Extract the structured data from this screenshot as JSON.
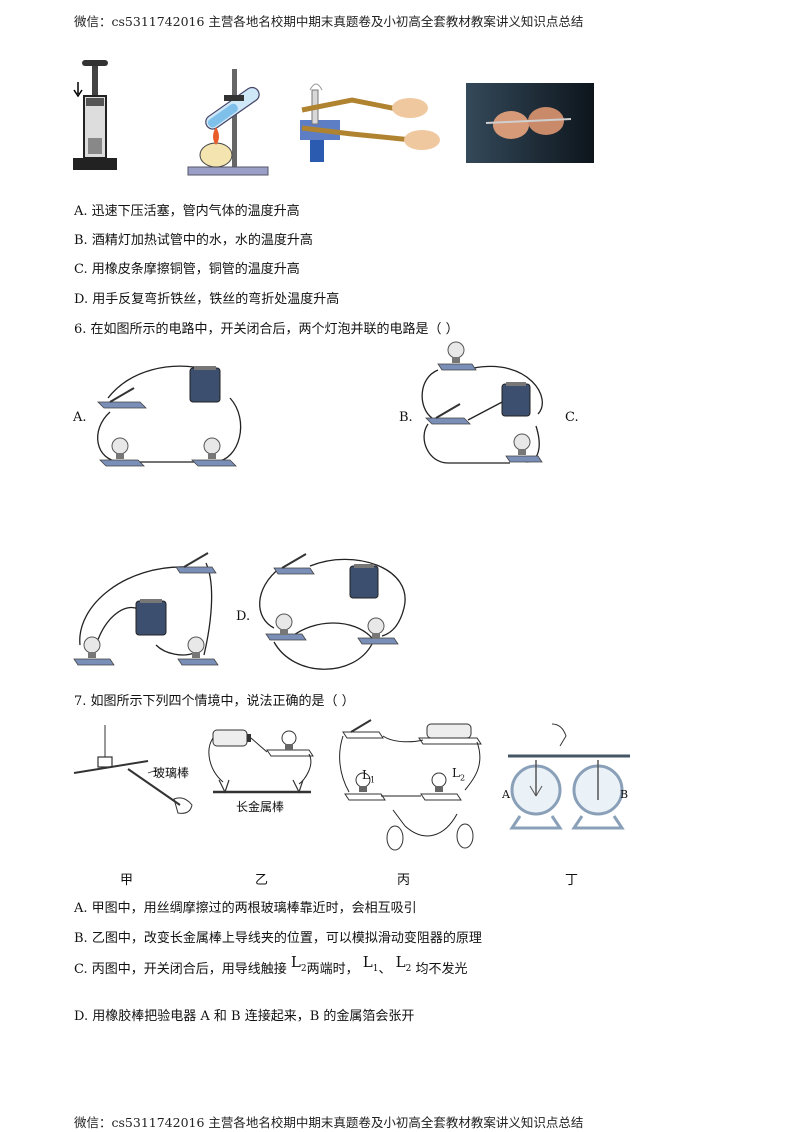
{
  "header": "微信：cs5311742016  主营各地名校期中期末真题卷及小初高全套教材教案讲义知识点总结",
  "footer": "微信：cs5311742016  主营各地名校期中期末真题卷及小初高全套教材教案讲义知识点总结",
  "q5_options": [
    "A.  迅速下压活塞，管内气体的温度升高",
    "B.  酒精灯加热试管中的水，水的温度升高",
    "C.  用橡皮条摩擦铜管，铜管的温度升高",
    "D.  用手反复弯折铁丝，铁丝的弯折处温度升高"
  ],
  "q6": {
    "stem": "6.  在如图所示的电路中，开关闭合后，两个灯泡并联的电路是（      ）",
    "labels": {
      "A": "A.",
      "B": "B.",
      "C": "C.",
      "D": "D."
    }
  },
  "q7": {
    "stem": "7.  如图所示下列四个情境中，说法正确的是（      ）",
    "fig_labels": {
      "glass_rod": "玻璃棒",
      "long_rod": "长金属棒",
      "L1": "L",
      "L1_sub": "1",
      "L2": "L",
      "L2_sub": "2",
      "A": "A",
      "B": "B"
    },
    "captions": [
      "甲",
      "乙",
      "丙",
      "丁"
    ],
    "options": {
      "A": "A.  甲图中，用丝绸摩擦过的两根玻璃棒靠近时，会相互吸引",
      "B": "B.  乙图中，改变长金属棒上导线夹的位置，可以模拟滑动变阻器的原理",
      "C_pre": "C.  丙图中，开关闭合后，用导线触接",
      "C_L": "L",
      "C_sub2": "2",
      "C_mid": "两端时，",
      "C_sub1": "1",
      "C_sep": "、",
      "C_post": "均不发光",
      "D": "D.  用橡胶棒把验电器 A 和 B 连接起来，B 的金属箔会张开"
    }
  }
}
